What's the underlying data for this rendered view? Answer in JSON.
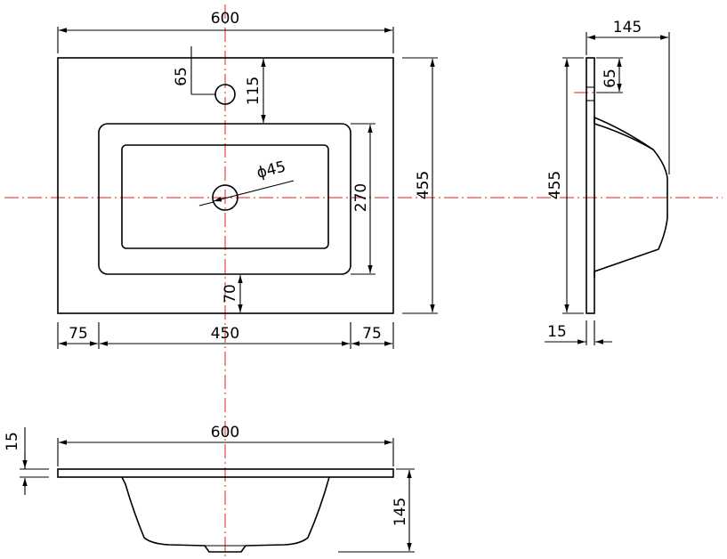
{
  "dimensions": {
    "top_width": "600",
    "hole_offset": "65",
    "hole_to_bowl": "115",
    "drain_diameter": "ϕ45",
    "bowl_depth": "270",
    "total_depth": "455",
    "front_margin": "70",
    "left_margin": "75",
    "bowl_width": "450",
    "right_margin": "75",
    "side_depth": "145",
    "side_height": "455",
    "side_hole": "65",
    "side_thickness": "15",
    "front_thickness": "15",
    "front_width": "600",
    "front_depth": "145"
  },
  "colors": {
    "line": "#000000",
    "centerline": "#e01f1f",
    "background": "#ffffff"
  }
}
